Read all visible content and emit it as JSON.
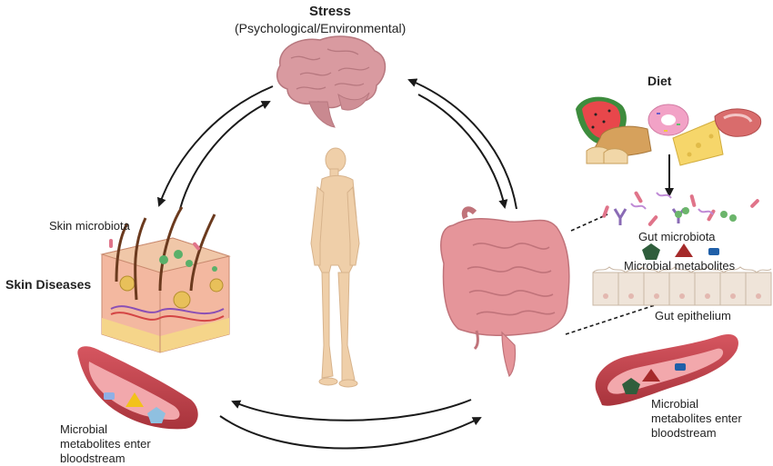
{
  "labels": {
    "stress_title": "Stress",
    "stress_subtitle": "(Psychological/Environmental)",
    "diet": "Diet",
    "skin_microbiota": "Skin microbiota",
    "skin_diseases": "Skin Diseases",
    "gut_microbiota": "Gut microbiota",
    "microbial_metabolites": "Microbial metabolites",
    "gut_epithelium": "Gut epithelium",
    "left_bloodstream": [
      "Microbial",
      "metabolites enter",
      "bloodstream"
    ],
    "right_bloodstream": [
      "Microbial",
      "metabolites enter",
      "bloodstream"
    ]
  },
  "colors": {
    "arrow": "#1a1a1a",
    "brain": "#d99aa0",
    "skin_tone": "#efcfa9",
    "intestine": "#e5959a",
    "vessel": "#c9434c",
    "metabolite_green": "#2f5e3c",
    "metabolite_red": "#a52a2a",
    "metabolite_blue": "#1f5fa8",
    "microbe_pink": "#e0748a",
    "microbe_green": "#6bb56b",
    "microbe_purple": "#8a6bb5"
  }
}
